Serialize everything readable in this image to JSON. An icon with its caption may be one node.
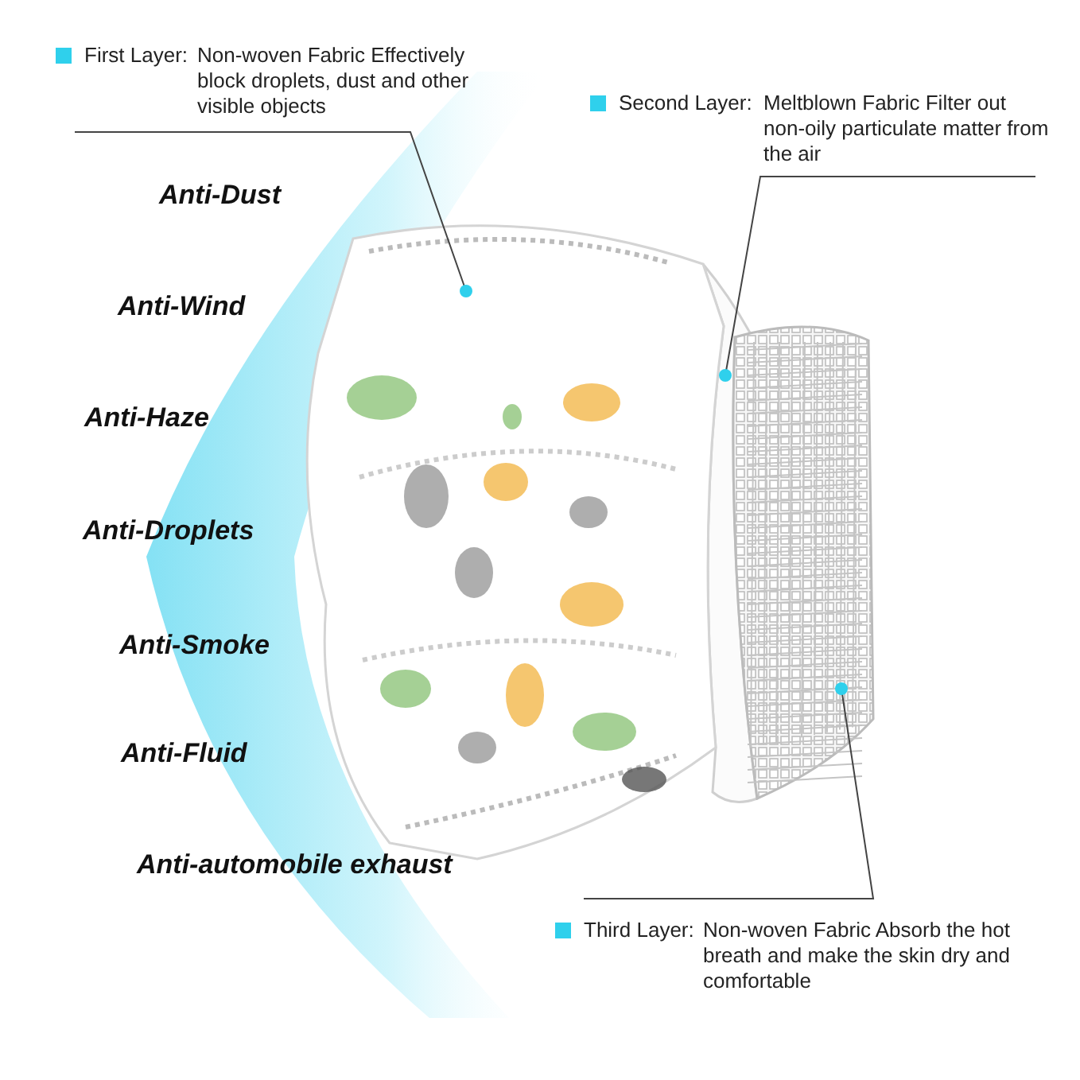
{
  "diagram": {
    "nodes": [
      {
        "text": [
          "First Layer:",
          "Non-woven Fabric Effectively block droplets, dust and other visible objects"
        ]
      },
      {
        "text": [],
        "shape": "picture"
      },
      {
        "text": [
          "Second Layer:",
          "Meltblown Fabric Filter out non-oily particulate matter from the air"
        ]
      },
      {
        "text": [],
        "shape": "picture"
      },
      {
        "text": [
          "Third Layer:",
          "Non-woven Fabric Absorb the hot breath and make the skin dry and comfortable"
        ]
      },
      {
        "text": [],
        "shape": "picture"
      }
    ],
    "edges": [
      {
        "from": 0,
        "to": 1,
        "arrow": "other"
      },
      {
        "from": 2,
        "to": 3,
        "arrow": "other"
      },
      {
        "from": 4,
        "to": 5,
        "arrow": "other"
      }
    ],
    "labels": [
      "Anti-Dust",
      "Anti-Wind",
      "Anti-Haze",
      "Anti-Droplets",
      "Anti-Smoke",
      "Anti-Fluid",
      "Anti-automobile exhaust"
    ]
  }
}
